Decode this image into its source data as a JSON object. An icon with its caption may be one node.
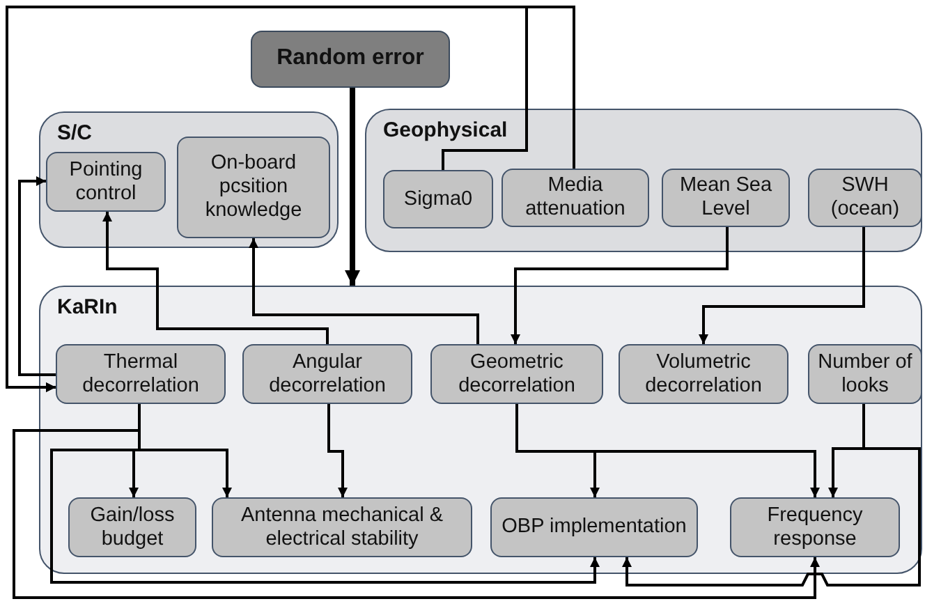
{
  "diagram": {
    "nodes": [
      {
        "text": [
          "Random error"
        ]
      },
      {
        "text": [
          "S/C"
        ]
      },
      {
        "text": [
          "Pointing control"
        ],
        "in": 1
      },
      {
        "text": [
          "On-board pcsition knowledge"
        ],
        "in": 1
      },
      {
        "text": [
          "Geophysical"
        ]
      },
      {
        "text": [
          "Sigma0"
        ],
        "in": 4
      },
      {
        "text": [
          "Media attenuation"
        ],
        "in": 4
      },
      {
        "text": [
          "Mean Sea Level"
        ],
        "in": 4
      },
      {
        "text": [
          "SWH (ocean)"
        ],
        "in": 4
      },
      {
        "text": [
          "KaRIn"
        ]
      },
      {
        "text": [
          "Thermal decorrelation"
        ],
        "in": 9
      },
      {
        "text": [
          "Angular decorrelation"
        ],
        "in": 9
      },
      {
        "text": [
          "Geometric decorrelation"
        ],
        "in": 9
      },
      {
        "text": [
          "Volumetric decorrelation"
        ],
        "in": 9
      },
      {
        "text": [
          "Number of looks"
        ],
        "in": 9
      },
      {
        "text": [
          "Gain/loss budget"
        ],
        "in": 9
      },
      {
        "text": [
          "Antenna mechanical & electrical stability"
        ],
        "in": 9
      },
      {
        "text": [
          "OBP implementation"
        ],
        "in": 9
      },
      {
        "text": [
          "Frequency response"
        ],
        "in": 9
      }
    ],
    "edges": [
      {
        "from": 0,
        "to": 9,
        "arrow": "to",
        "style": "thick"
      },
      {
        "from": 5,
        "to": 10,
        "arrow": "to"
      },
      {
        "from": 6,
        "to": 10,
        "arrow": "to"
      },
      {
        "from": 10,
        "to": 2,
        "arrow": "to"
      },
      {
        "from": 11,
        "to": 2,
        "arrow": "to"
      },
      {
        "from": 12,
        "to": 3,
        "arrow": "to"
      },
      {
        "from": 7,
        "to": 12,
        "arrow": "to"
      },
      {
        "from": 8,
        "to": 13,
        "arrow": "to"
      },
      {
        "from": 10,
        "to": 15,
        "arrow": "to"
      },
      {
        "from": 10,
        "to": 16,
        "arrow": "to"
      },
      {
        "from": 10,
        "to": 17,
        "arrow": "to"
      },
      {
        "from": 10,
        "to": 18,
        "arrow": "to"
      },
      {
        "from": 11,
        "to": 16,
        "arrow": "to"
      },
      {
        "from": 12,
        "to": 17,
        "arrow": "to"
      },
      {
        "from": 12,
        "to": 18,
        "arrow": "to"
      },
      {
        "from": 14,
        "to": 18,
        "arrow": "to"
      },
      {
        "from": 14,
        "to": 17,
        "arrow": "to"
      }
    ]
  }
}
